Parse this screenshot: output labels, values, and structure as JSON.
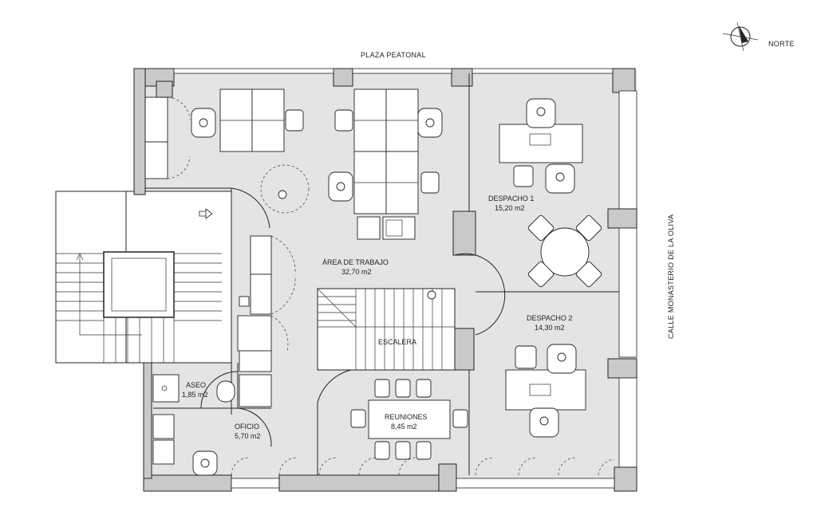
{
  "plan": {
    "north_label": "NORTE",
    "street_top": "PLAZA PEATONAL",
    "street_right": "CALLE MONASTERIO DE LA OLIVA",
    "rooms": [
      {
        "name": "ÁREA DE TRABAJO",
        "area": "32,70 m2"
      },
      {
        "name": "DESPACHO 1",
        "area": "15,20 m2"
      },
      {
        "name": "DESPACHO 2",
        "area": "14,30 m2"
      },
      {
        "name": "ESCALERA",
        "area": ""
      },
      {
        "name": "ASEO",
        "area": "1,85 m2"
      },
      {
        "name": "OFICIO",
        "area": "5,70 m2"
      },
      {
        "name": "REUNIONES",
        "area": "8,45 m2"
      }
    ]
  }
}
